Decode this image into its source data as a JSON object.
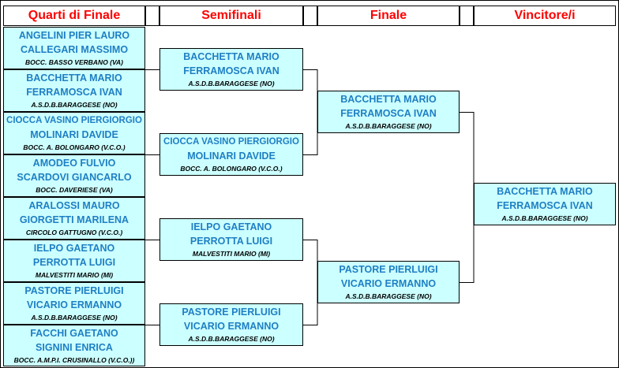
{
  "headers": {
    "quarti": "Quarti di Finale",
    "semifinali": "Semifinali",
    "finale": "Finale",
    "vincitore": "Vincitore/i"
  },
  "quarter_finals": [
    {
      "p1": "ANGELINI PIER LAURO",
      "p2": "CALLEGARI MASSIMO",
      "club": "BOCC. BASSO VERBANO (VA)"
    },
    {
      "p1": "BACCHETTA MARIO",
      "p2": "FERRAMOSCA IVAN",
      "club": "A.S.D.B.BARAGGESE (NO)"
    },
    {
      "p1": "CIOCCA VASINO PIERGIORGIO",
      "p2": "MOLINARI DAVIDE",
      "club": "BOCC. A. BOLONGARO (V.C.O.)"
    },
    {
      "p1": "AMODEO FULVIO",
      "p2": "SCARDOVI GIANCARLO",
      "club": "BOCC. DAVERIESE (VA)"
    },
    {
      "p1": "ARALOSSI MAURO",
      "p2": "GIORGETTI MARILENA",
      "club": "CIRCOLO GATTUGNO (V.C.O.)"
    },
    {
      "p1": "IELPO GAETANO",
      "p2": "PERROTTA LUIGI",
      "club": "MALVESTITI MARIO (MI)"
    },
    {
      "p1": "PASTORE PIERLUIGI",
      "p2": "VICARIO ERMANNO",
      "club": "A.S.D.B.BARAGGESE (NO)"
    },
    {
      "p1": "FACCHI GAETANO",
      "p2": "SIGNINI ENRICA",
      "club": "BOCC. A.M.P.I. CRUSINALLO (V.C.O.))"
    }
  ],
  "semi_finals": [
    {
      "p1": "BACCHETTA MARIO",
      "p2": "FERRAMOSCA IVAN",
      "club": "A.S.D.B.BARAGGESE (NO)"
    },
    {
      "p1": "CIOCCA VASINO PIERGIORGIO",
      "p2": "MOLINARI DAVIDE",
      "club": "BOCC. A. BOLONGARO (V.C.O.)"
    },
    {
      "p1": "IELPO GAETANO",
      "p2": "PERROTTA LUIGI",
      "club": "MALVESTITI MARIO (MI)"
    },
    {
      "p1": "PASTORE PIERLUIGI",
      "p2": "VICARIO ERMANNO",
      "club": "A.S.D.B.BARAGGESE (NO)"
    }
  ],
  "finals": [
    {
      "p1": "BACCHETTA MARIO",
      "p2": "FERRAMOSCA IVAN",
      "club": "A.S.D.B.BARAGGESE (NO)"
    },
    {
      "p1": "PASTORE PIERLUIGI",
      "p2": "VICARIO ERMANNO",
      "club": "A.S.D.B.BARAGGESE (NO)"
    }
  ],
  "winner": {
    "p1": "BACCHETTA MARIO",
    "p2": "FERRAMOSCA IVAN",
    "club": "A.S.D.B.BARAGGESE (NO)"
  }
}
